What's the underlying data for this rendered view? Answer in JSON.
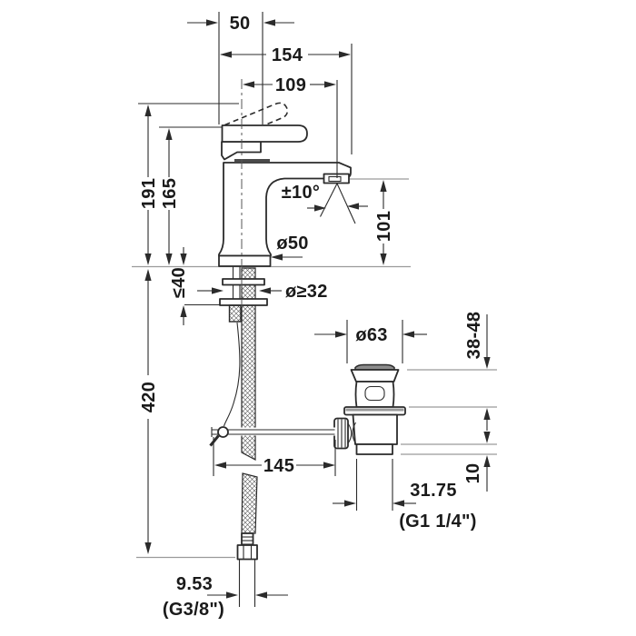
{
  "drawing": {
    "title": "Single-lever basin mixer with pop-up waste — dimensional drawing",
    "dimensions": {
      "handle_width": "50",
      "total_depth": "154",
      "spout_reach": "109",
      "max_height": "191",
      "body_height": "165",
      "spray_angle": "±10°",
      "spout_height": "101",
      "base_diameter": "ø50",
      "max_deck_thickness": "≤40",
      "required_hole_diameter": "ø≥32",
      "hose_length": "420",
      "drain_flange_diameter": "ø63",
      "basin_clamping_range": "38-48",
      "rod_projection": "145",
      "tailpiece_stub": "10",
      "drain_connection_diameter": "31.75",
      "drain_connection_thread": "(G1 1/4\")",
      "supply_connection_diameter": "9.53",
      "supply_connection_thread": "(G3/8\")"
    },
    "colors": {
      "line": "#2b2b2b",
      "reference_line": "#9a9a9a",
      "shadow": "#4a4a4a",
      "background": "#ffffff"
    }
  }
}
